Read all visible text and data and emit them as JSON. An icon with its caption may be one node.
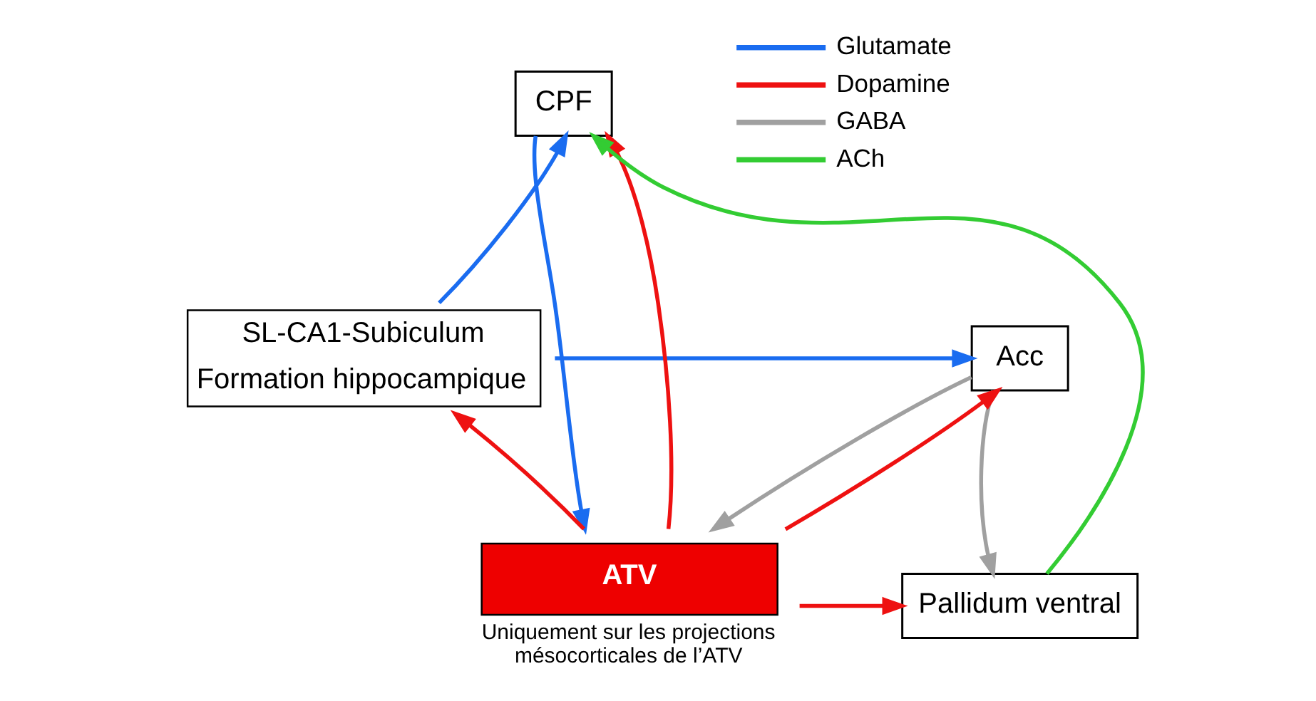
{
  "diagram": {
    "nodes": [
      {
        "text": [
          "CPF"
        ]
      },
      {
        "text": [
          "SL-CA1-Subiculum",
          "Formation hippocampique"
        ]
      },
      {
        "text": [
          "Acc"
        ]
      },
      {
        "text": [
          "ATV"
        ],
        "beside": [
          "Uniquement sur les projections mésocorticales de l’ATV"
        ]
      },
      {
        "text": [
          "Pallidum ventral"
        ]
      }
    ],
    "edges": [
      {
        "from": 0,
        "to": 3,
        "arrow": "to",
        "color": "#1a6cf0"
      },
      {
        "from": 1,
        "to": 0,
        "arrow": "to",
        "color": "#1a6cf0"
      },
      {
        "from": 1,
        "to": 2,
        "arrow": "to",
        "color": "#1a6cf0"
      },
      {
        "from": 3,
        "to": 1,
        "arrow": "to",
        "color": "#ee1111"
      },
      {
        "from": 3,
        "to": 0,
        "arrow": "to",
        "color": "#ee1111"
      },
      {
        "from": 3,
        "to": 2,
        "arrow": "to",
        "color": "#ee1111"
      },
      {
        "from": 2,
        "to": 3,
        "arrow": "to",
        "color": "#a0a0a0"
      },
      {
        "from": 2,
        "to": 4,
        "arrow": "to",
        "color": "#a0a0a0"
      },
      {
        "from": 3,
        "to": 4,
        "arrow": "to",
        "color": "#ee1111"
      },
      {
        "from": 4,
        "to": 0,
        "arrow": "to",
        "color": "#33cc33"
      }
    ],
    "legend": [
      {
        "text": "Glutamate",
        "color": "#1a6cf0"
      },
      {
        "text": "Dopamine",
        "color": "#ee1111"
      },
      {
        "text": "GABA",
        "color": "#a0a0a0"
      },
      {
        "text": "ACh",
        "color": "#33cc33"
      }
    ]
  }
}
